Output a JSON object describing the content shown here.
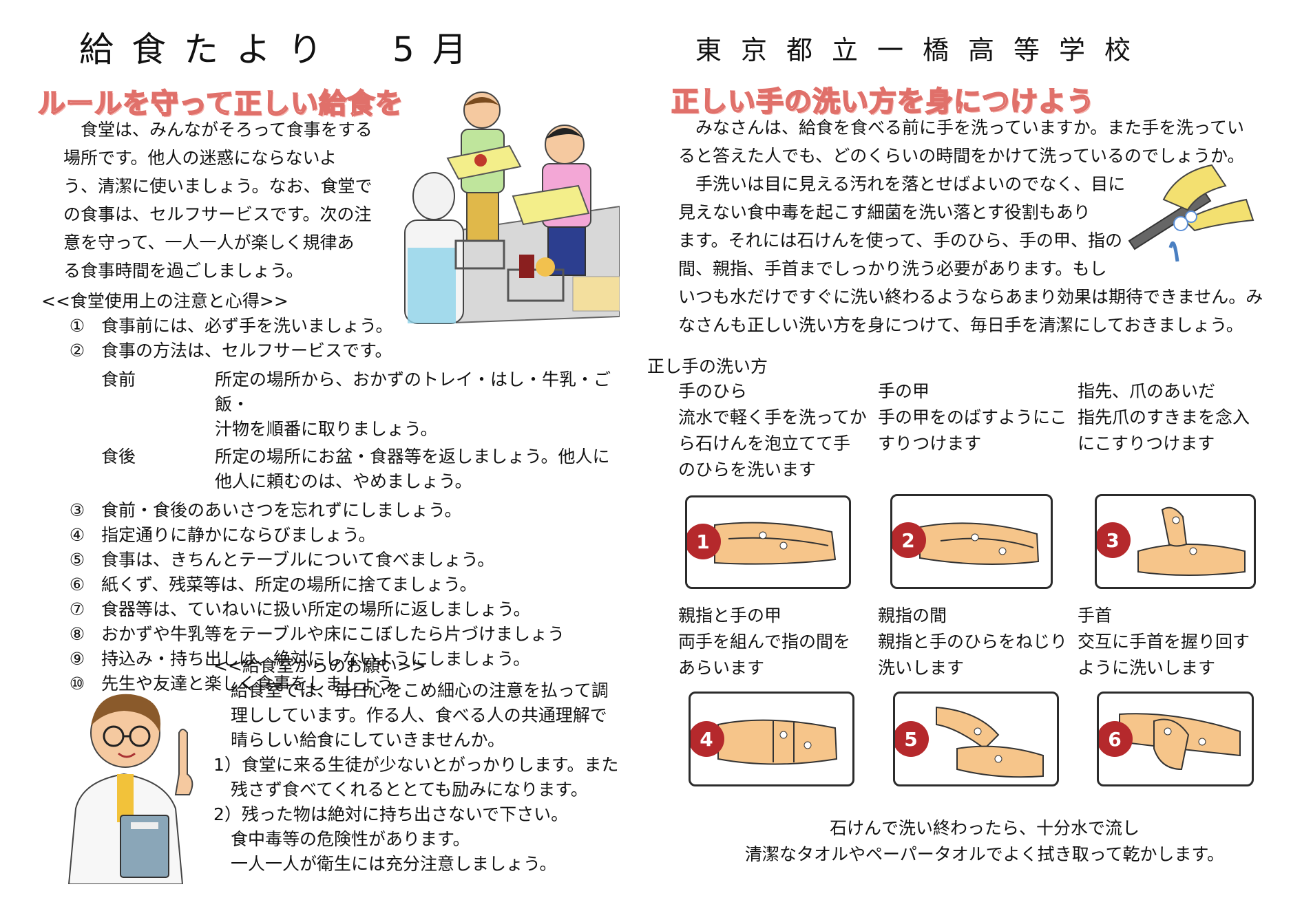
{
  "header": {
    "title": "給食たより　5月",
    "school": "東京都立一橋高等学校"
  },
  "left": {
    "heading": "ルールを守って正しい給食を",
    "intro": [
      "　食堂は、みんながそろって食事をする",
      "場所です。他人の迷惑にならないよ",
      "う、清潔に使いましょう。なお、食堂で",
      "の食事は、セルフサービスです。次の注",
      "意を守って、一人一人が楽しく規律あ",
      "る食事時間を過ごしましょう。"
    ],
    "rules_title": "<<食堂使用上の注意と心得>>",
    "rules": [
      {
        "num": "①",
        "text": "食事前には、必ず手を洗いましょう。"
      },
      {
        "num": "②",
        "text": "食事の方法は、セルフサービスです。"
      }
    ],
    "sub_rules": [
      {
        "label": "食前",
        "lines": [
          "所定の場所から、おかずのトレイ・はし・牛乳・ご飯・",
          "汁物を順番に取りましょう。"
        ]
      },
      {
        "label": "食後",
        "lines": [
          "所定の場所にお盆・食器等を返しましょう。他人に",
          "他人に頼むのは、やめましょう。"
        ]
      }
    ],
    "rules2": [
      {
        "num": "③",
        "text": "食前・食後のあいさつを忘れずにしましょう。"
      },
      {
        "num": "④",
        "text": "指定通りに静かにならびましょう。"
      },
      {
        "num": "⑤",
        "text": "食事は、きちんとテーブルについて食べましょう。"
      },
      {
        "num": "⑥",
        "text": "紙くず、残菜等は、所定の場所に捨てましょう。"
      },
      {
        "num": "⑦",
        "text": "食器等は、ていねいに扱い所定の場所に返しましょう。"
      },
      {
        "num": "⑧",
        "text": "おかずや牛乳等をテーブルや床にこぼしたら片づけましょう"
      },
      {
        "num": "⑨",
        "text": "持込み・持ち出しは、絶対にしないようにしましょう。"
      },
      {
        "num": "⑩",
        "text": "先生や友達と楽しく食事をしましょう。"
      }
    ],
    "request_title": "<<給食室からのお願い>>",
    "request": [
      "　給食室では、毎日心をこめ細心の注意を払って調",
      "　理ししています。作る人、食べる人の共通理解で",
      "　晴らしい給食にしていきませんか。",
      "1）食堂に来る生徒が少ないとがっかりします。また",
      "　残さず食べてくれるととても励みになります。",
      "2）残った物は絶対に持ち出さないで下さい。",
      "　食中毒等の危険性があります。",
      "　一人一人が衛生には充分注意しましょう。"
    ]
  },
  "right": {
    "heading": "正しい手の洗い方を身につけよう",
    "intro": [
      "　みなさんは、給食を食べる前に手を洗っていますか。また手を洗ってい",
      "ると答えた人でも、どのくらいの時間をかけて洗っているのでしょうか。",
      "　手洗いは目に見える汚れを落とせばよいのでなく、目に",
      "見えない食中毒を起こす細菌を洗い落とす役割もあり",
      "ます。それには石けんを使って、手のひら、手の甲、指の",
      "間、親指、手首までしっかり洗う必要があります。もし",
      "いつも水だけですぐに洗い終わるようならあまり効果は期待できません。み",
      "なさんも正しい洗い方を身につけて、毎日手を清潔にしておきましょう。"
    ],
    "steps_title": "正し手の洗い方",
    "steps": [
      {
        "num": "1",
        "title": "手のひら",
        "lines": [
          "流水で軽く手を洗ってか",
          "ら石けんを泡立てて手",
          "のひらを洗います"
        ]
      },
      {
        "num": "2",
        "title": "手の甲",
        "lines": [
          "手の甲をのばすようにこ",
          "すりつけます"
        ]
      },
      {
        "num": "3",
        "title": "指先、爪のあいだ",
        "lines": [
          "指先爪のすきまを念入",
          "にこすりつけます"
        ]
      },
      {
        "num": "4",
        "title": "親指と手の甲",
        "lines": [
          "両手を組んで指の間を",
          "あらいます"
        ]
      },
      {
        "num": "5",
        "title": "親指の間",
        "lines": [
          "親指と手のひらをねじり",
          "洗いします"
        ]
      },
      {
        "num": "6",
        "title": "手首",
        "lines": [
          "交互に手首を握り回す",
          "ように洗いします"
        ]
      }
    ],
    "closing": [
      "石けんで洗い終わったら、十分水で流し",
      "清潔なタオルやペーパータオルでよく拭き取って乾かします。"
    ]
  },
  "colors": {
    "heading_stroke": "#e0706a",
    "badge": "#b5292c"
  },
  "icons": [
    "cafeteria-illustration",
    "teacher-illustration",
    "handwash-illustration",
    "hand-step-icon"
  ]
}
